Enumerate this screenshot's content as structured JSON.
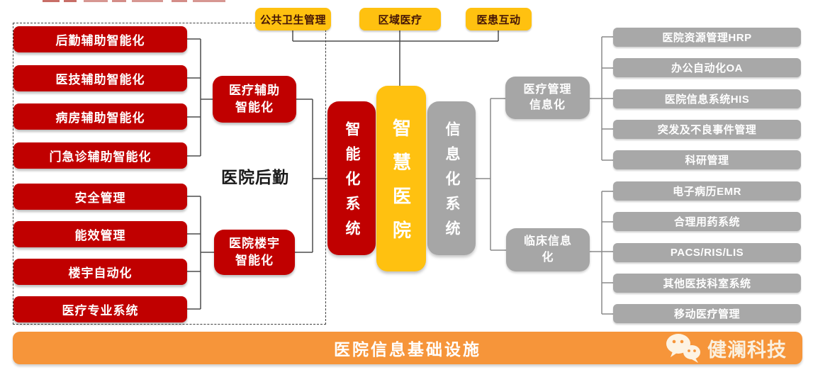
{
  "top_tabs": {
    "items": [
      "公共卫生管理",
      "区域医疗",
      "医患互动"
    ]
  },
  "left_panel": {
    "logistics_items": [
      "后勤辅助智能化",
      "医技辅助智能化",
      "病房辅助智能化",
      "门急诊辅助智能化"
    ],
    "section_label": "医院后勤",
    "building_items": [
      "安全管理",
      "能效管理",
      "楼宇自动化",
      "医疗专业系统"
    ],
    "medical_assist_hub": "医疗辅助智能化",
    "building_hub": "医院楼宇智能化"
  },
  "center": {
    "intelligent_system": "智能化系统",
    "smart_hospital": "智慧医院",
    "information_system": "信息化系统"
  },
  "right_panel": {
    "management_hub": "医疗管理信息化",
    "clinical_hub": "临床信息化",
    "management_items": [
      "医院资源管理HRP",
      "办公自动化OA",
      "医院信息系统HIS",
      "突发及不良事件管理",
      "科研管理"
    ],
    "clinical_items": [
      "电子病历EMR",
      "合理用药系统",
      "PACS/RIS/LIS",
      "其他医技科室系统",
      "移动医疗管理"
    ]
  },
  "footer": {
    "label": "医院信息基础设施",
    "brand": "健澜科技"
  },
  "colors": {
    "red": "#C00000",
    "yellow": "#FFC110",
    "gray": "#A8A8A8",
    "orange": "#F6953A",
    "tab_text": "#431407"
  }
}
